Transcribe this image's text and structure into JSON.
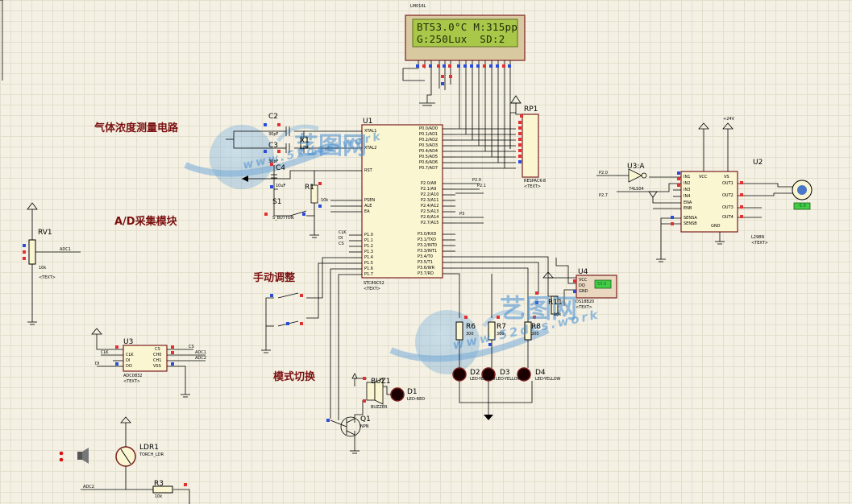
{
  "labels": {
    "gas": "气体浓度测量电路",
    "ad": "A/D采集模块",
    "manual": "手动调整",
    "mode": "模式切换"
  },
  "lcd": {
    "ref": "LM016L",
    "line1": "BT53.0°C M:315pp",
    "line2": "G:250Lux  SD:2"
  },
  "components": {
    "u1": {
      "ref": "U1",
      "part": "STC89C52",
      "text": "<TEXT>"
    },
    "u2": {
      "ref": "U2",
      "part": "L298N",
      "text": "<TEXT>",
      "vs": "+24V"
    },
    "u3": {
      "ref": "U3",
      "part": "ADC0832",
      "text": "<TEXT>"
    },
    "u3a": {
      "ref": "U3:A",
      "part": "74LS04"
    },
    "u4": {
      "ref": "U4",
      "part": "DS18B20",
      "text": "<TEXT>",
      "temp": "53.0"
    },
    "rp1": {
      "ref": "RP1",
      "part": "RESPACK-8",
      "text": "<TEXT>"
    },
    "c2": {
      "ref": "C2",
      "val": "30pF"
    },
    "c3": {
      "ref": "C3",
      "val": "30pF"
    },
    "c4": {
      "ref": "C4",
      "val": "10uF"
    },
    "x1": {
      "ref": "X1",
      "val": "12M"
    },
    "r1": {
      "ref": "R1",
      "val": "10k"
    },
    "s1": {
      "ref": "S1",
      "part": "S_BUTTON"
    },
    "rv1": {
      "ref": "RV1",
      "val": "10k",
      "text": "<TEXT>"
    },
    "r11": {
      "ref": "R11",
      "val": "10k"
    },
    "r6": {
      "ref": "R6",
      "val": "300"
    },
    "r7": {
      "ref": "R7",
      "val": "300"
    },
    "r8": {
      "ref": "R8",
      "val": "300"
    },
    "d1": {
      "ref": "D1",
      "part": "LED-RED"
    },
    "d2": {
      "ref": "D2",
      "part": "LED-YELLOW"
    },
    "d3": {
      "ref": "D3",
      "part": "LED-YELLOW"
    },
    "d4": {
      "ref": "D4",
      "part": "LED-YELLOW"
    },
    "buz1": {
      "ref": "BUZ1",
      "part": "BUZZER"
    },
    "q1": {
      "ref": "Q1",
      "part": "NPN"
    },
    "ldr1": {
      "ref": "LDR1",
      "part": "TORCH_LDR"
    },
    "r3": {
      "ref": "R3",
      "val": "10k"
    },
    "motor": {
      "val": "-5.0"
    }
  },
  "nets": {
    "adc1": "ADC1",
    "adc2": "ADC2",
    "clk": "CLK",
    "di": "DI",
    "cs": "CS",
    "p20": "P2.0",
    "p21": "P2.1",
    "p27": "P2.7",
    "p3": "P3"
  },
  "pins": {
    "u1_left": [
      "XTAL1",
      "XTAL2",
      "RST",
      "PSEN",
      "ALE",
      "EA",
      "P1.0",
      "P1.1",
      "P1.2",
      "P1.3",
      "P1.4",
      "P1.5",
      "P1.6",
      "P1.7"
    ],
    "u1_right": [
      "P0.0/AD0",
      "P0.1/AD1",
      "P0.2/AD2",
      "P0.3/AD3",
      "P0.4/AD4",
      "P0.5/AD5",
      "P0.6/AD6",
      "P0.7/AD7",
      "P2.0/A8",
      "P2.1/A9",
      "P2.2/A10",
      "P2.3/A11",
      "P2.4/A12",
      "P2.5/A13",
      "P2.6/A14",
      "P2.7/A15",
      "P3.0/RXD",
      "P3.1/TXD",
      "P3.2/INT0",
      "P3.3/INT1",
      "P3.4/T0",
      "P3.5/T1",
      "P3.6/WR",
      "P3.7/RD"
    ],
    "u2_left": [
      "IN1",
      "IN2",
      "IN3",
      "IN4",
      "ENA",
      "ENB",
      "SENSA",
      "SENSB"
    ],
    "u2_right": [
      "OUT1",
      "OUT2",
      "OUT3",
      "OUT4"
    ],
    "u2_top": [
      "VCC",
      "VS"
    ],
    "u2_bottom": "GND",
    "u3_left": [
      "CLK",
      "DI",
      "DO"
    ],
    "u3_right": [
      "CS",
      "CH0",
      "CH1",
      "VSS"
    ],
    "u4": [
      "VCC",
      "DQ",
      "GND"
    ]
  },
  "watermark": {
    "text": "艺图网",
    "url": "www.52des.work"
  }
}
